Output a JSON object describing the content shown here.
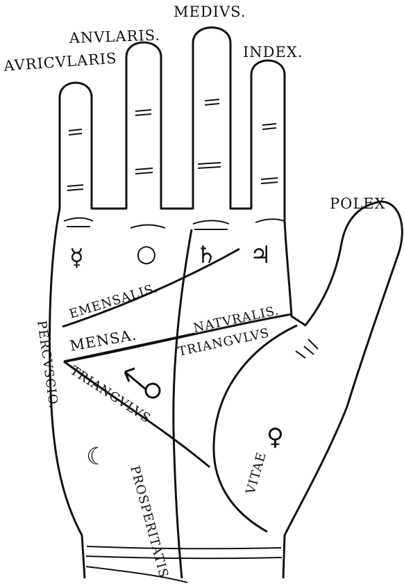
{
  "fingers": {
    "little": "AVRICVLARIS",
    "ring": "ANVLARIS.",
    "middle": "MEDIVS.",
    "index": "INDEX.",
    "thumb": "POLEX"
  },
  "lines": {
    "mensalis": "EMENSALIS.",
    "mensa": "MENSA.",
    "naturalis": "NATVRALIS.",
    "triangulus_upper": "TRIANGVLVS",
    "triangulus_lower": "TRIANGVLVS",
    "percussio": "PERCVSCIO.",
    "vitae": "VITAE",
    "prosperitatis": "PROSPERITATIS"
  },
  "mounts": {
    "mercury": "☿",
    "sun": "○",
    "saturn": "♄",
    "jupiter": "♃",
    "mars": "♂",
    "moon": "☾",
    "venus": "♀"
  },
  "colors": {
    "ink": "#111111",
    "paper": "#ffffff"
  }
}
